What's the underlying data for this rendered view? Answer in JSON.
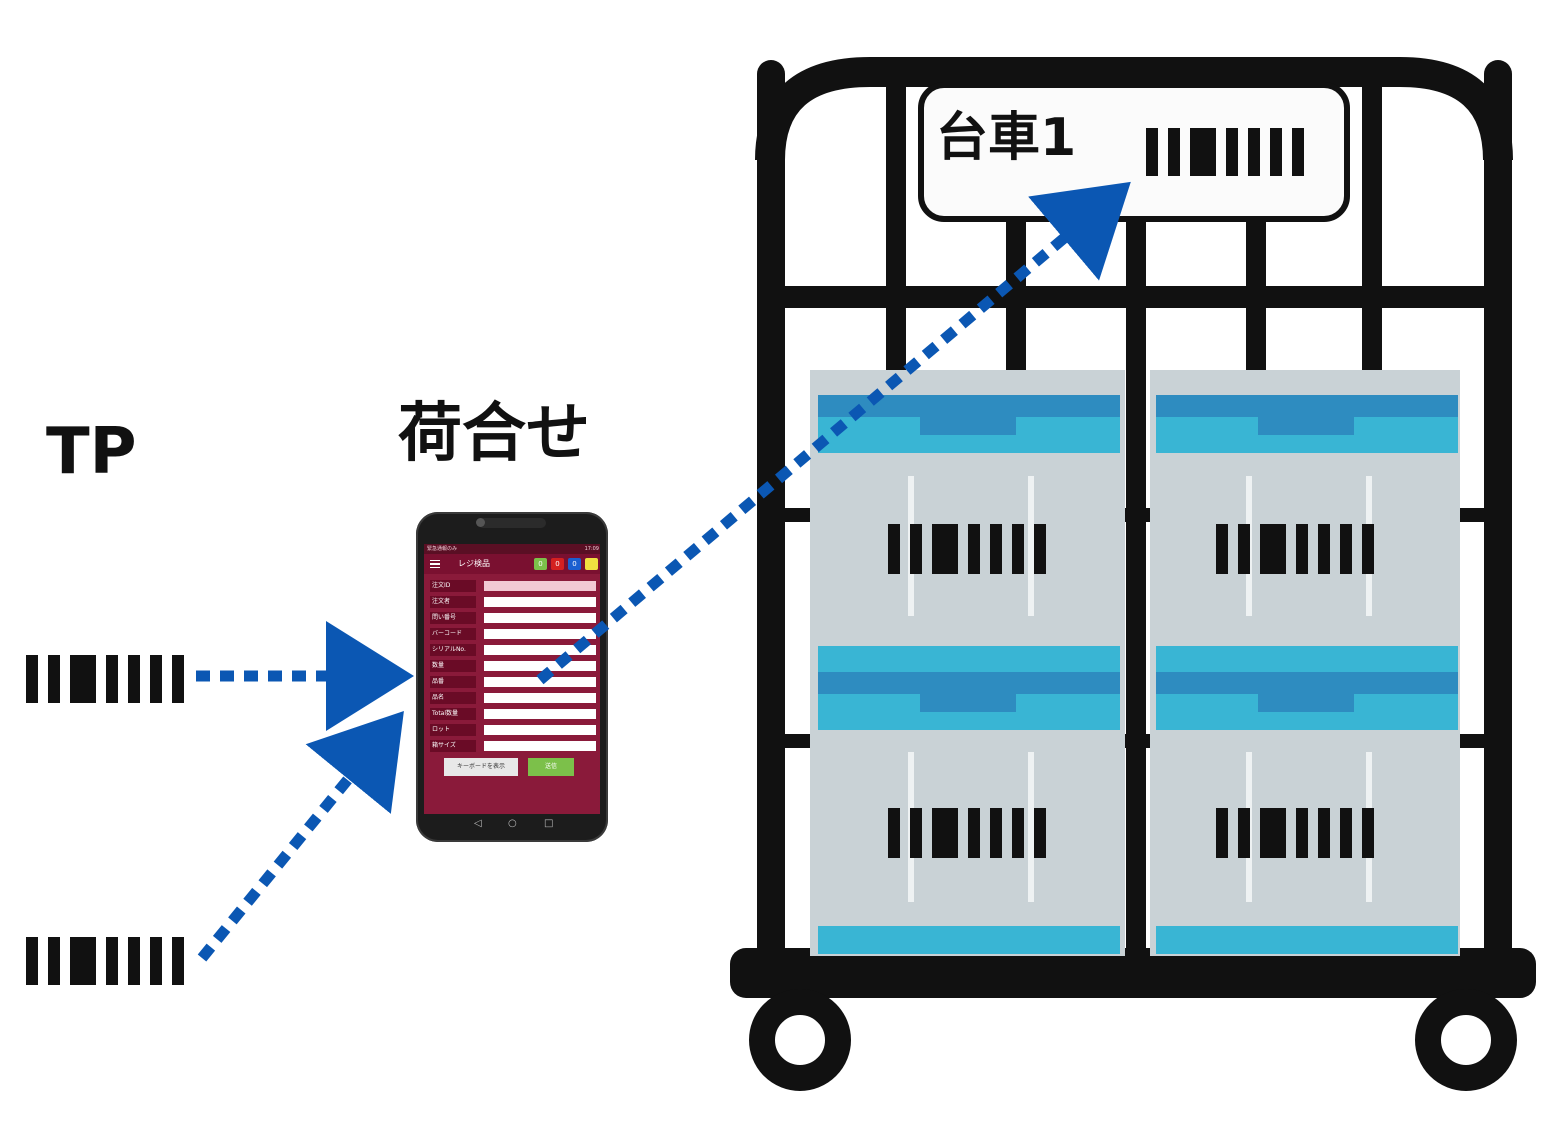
{
  "labels": {
    "tp": "TP",
    "packing": "荷合せ",
    "cart": "台車1"
  },
  "phone_app": {
    "status_left": "緊急通報のみ",
    "status_right": "17:09",
    "title": "レジ検品",
    "badges": [
      {
        "text": "0",
        "color": "#7cc04a"
      },
      {
        "text": "0",
        "color": "#d42020"
      },
      {
        "text": "0",
        "color": "#1a5fd0"
      },
      {
        "text": "",
        "color": "#f0e040"
      }
    ],
    "fields": [
      "注文ID",
      "注文者",
      "問い番号",
      "バーコード",
      "シリアルNo.",
      "数量",
      "品番",
      "品名",
      "Total数量",
      "ロット",
      "箱サイズ"
    ],
    "keyboard_button": "キーボードを表示",
    "send_button": "送信",
    "nav_icons": [
      "◁",
      "○",
      "□"
    ]
  },
  "colors": {
    "arrow": "#0b57b3",
    "box_lid": "#39b5d4",
    "box_lid_dark": "#2e8cc0",
    "box_body": "#c9d2d6",
    "cart_frame": "#111111"
  }
}
